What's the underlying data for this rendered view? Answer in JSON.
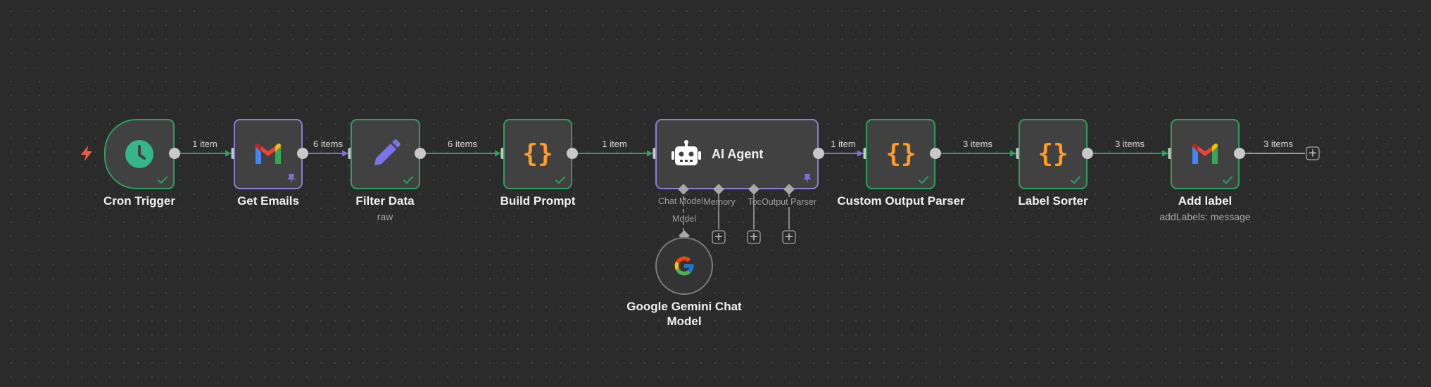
{
  "nodes": {
    "cron_trigger": {
      "label": "Cron Trigger"
    },
    "get_emails": {
      "label": "Get Emails"
    },
    "filter_data": {
      "label": "Filter Data",
      "subtitle": "raw"
    },
    "build_prompt": {
      "label": "Build Prompt"
    },
    "ai_agent": {
      "label": "AI Agent",
      "handles": {
        "chat_model": "Chat Model",
        "memory": "Memory",
        "tool": "Tool",
        "output_parser": "Output Parser"
      }
    },
    "custom_output_parser": {
      "label": "Custom Output Parser"
    },
    "label_sorter": {
      "label": "Label Sorter"
    },
    "add_label": {
      "label": "Add label",
      "subtitle": "addLabels: message"
    },
    "gemini": {
      "label_line1": "Google Gemini Chat",
      "label_line2": "Model",
      "connection_label": "Model"
    }
  },
  "edges": {
    "e1": "1 item",
    "e2": "6 items",
    "e3": "6 items",
    "e4": "1 item",
    "e5": "1 item",
    "e6": "3 items",
    "e7": "3 items",
    "e8": "3 items"
  },
  "icons": {
    "trigger": "lightning-icon",
    "clock": "clock-icon",
    "gmail": "gmail-icon",
    "pencil": "pencil-icon",
    "code": "curly-braces-icon",
    "robot": "robot-icon",
    "google": "google-icon",
    "check": "check-icon",
    "pin": "pin-icon"
  },
  "colors": {
    "success_border": "#2f9e5f",
    "pinned_border": "#8b7fd4",
    "code_orange": "#ff9b26",
    "clock_green": "#35b58a",
    "pencil_purple": "#7b74e6",
    "trigger_red": "#ea5a48"
  }
}
